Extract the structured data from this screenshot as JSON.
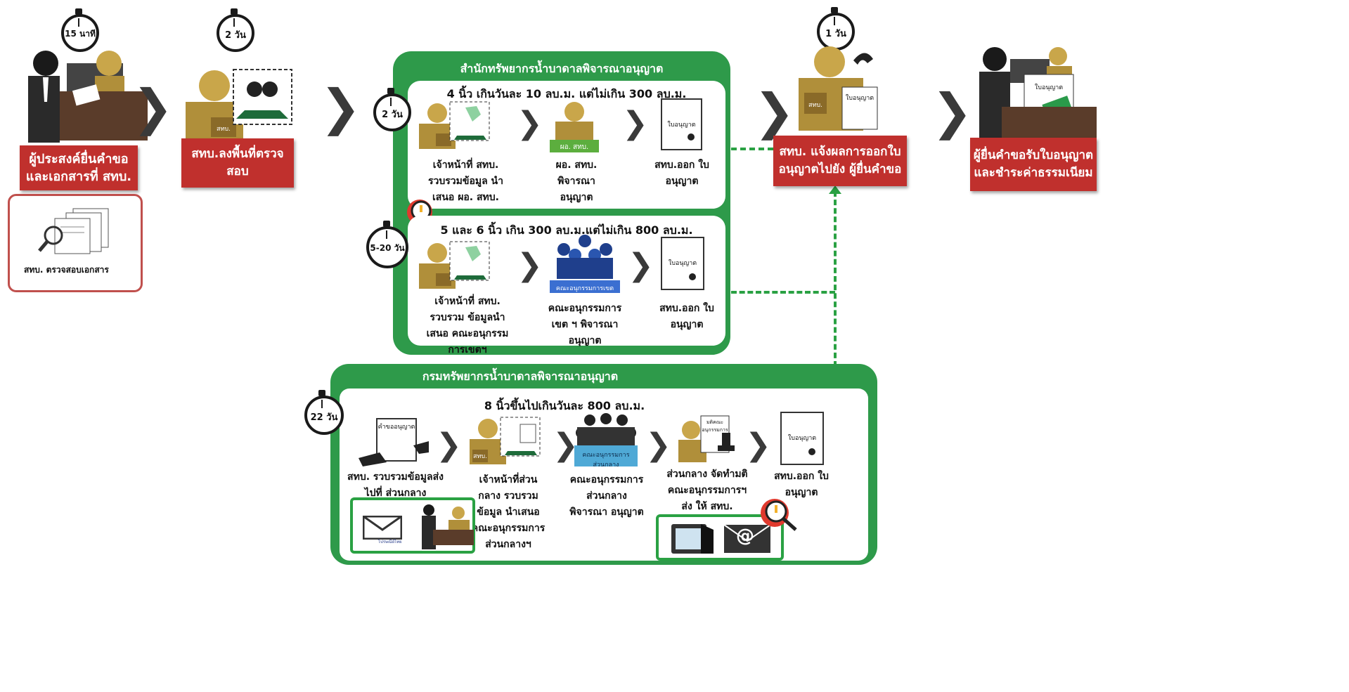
{
  "timers": {
    "step1": "15 นาที",
    "step2": "2 วัน",
    "district_small": "2 วัน",
    "district_large": "5-20 วัน",
    "notify": "1 วัน",
    "department": "22 วัน"
  },
  "steps": {
    "submit": "ผู้ประสงค์ยื่นคำขอและเอกสารที่ สทบ.",
    "inspect": "สทบ.ลงพื้นที่ตรวจสอบ",
    "notify": "สทบ. แจ้งผลการออกใบอนุญาตไปยัง ผู้ยื่นคำขอ",
    "receive": "ผู้ยื่นคำขอรับใบอนุญาตและชำระค่าธรรมเนียม"
  },
  "doc_check": {
    "caption": "สทบ. ตรวจสอบเอกสาร"
  },
  "district": {
    "title": "สำนักทรัพยากรน้ำบาดาลพิจารณาอนุญาต",
    "row1": {
      "title": "4 นิ้ว เกินวันละ 10 ลบ.ม. แต่ไม่เกิน 300 ลบ.ม.",
      "box_label": "สทบ.",
      "green_label": "ผอ. สทบ.",
      "doc_label": "ใบอนุญาต",
      "cap1": "เจ้าหน้าที่ สทบ. รวบรวมข้อมูล นำเสนอ ผอ. สทบ.",
      "cap2": "ผอ. สทบ. พิจารณาอนุญาต",
      "cap3": "สทบ.ออก ใบอนุญาต"
    },
    "row2": {
      "title": "5 และ 6 นิ้ว เกิน 300 ลบ.ม.แต่ไม่เกิน 800 ลบ.ม.",
      "box_label": "สทบ.",
      "committee_label": "คณะอนุกรรมการเขต",
      "doc_label": "ใบอนุญาต",
      "cap1": "เจ้าหน้าที่ สทบ. รวบรวม ข้อมูลนำเสนอ คณะอนุกรรมการเขตฯ",
      "cap2": "คณะอนุกรรมการเขต ฯ พิจารณาอนุญาต",
      "cap3": "สทบ.ออก ใบอนุญาต"
    }
  },
  "department": {
    "title": "กรมทรัพยากรน้ำบาดาลพิจารณาอนุญาต",
    "row_title": "8 นิ้วขึ้นไปเกินวันละ 800 ลบ.ม.",
    "request_label": "คำขออนุญาต",
    "box_label": "สทบ.",
    "committee_label": "คณะอนุกรรมการ ส่วนกลาง",
    "stamp_label": "มติคณะ อนุกรรมการ",
    "doc_label": "ใบอนุญาต",
    "post_label": "ไปรษณีย์ไทย",
    "cap1": "สทบ. รวบรวมข้อมูลส่งไปที่ ส่วนกลาง",
    "cap2": "เจ้าหน้าที่ส่วนกลาง รวบรวมข้อมูล นำเสนอ คณะอนุกรรมการ ส่วนกลางฯ",
    "cap3": "คณะอนุกรรมการ ส่วนกลางพิจารณา อนุญาต",
    "cap4": "ส่วนกลาง จัดทำมติ คณะอนุกรรมการฯ ส่ง ให้ สทบ.",
    "cap5": "สทบ.ออก ใบอนุญาต"
  },
  "notify_doc_label": "ใบอนุญาต",
  "receive_doc_label": "ใบอนุญาต",
  "email_symbol": "@",
  "colors": {
    "red": "#c0302d",
    "green": "#2e9a4a",
    "dash": "#2aa143",
    "gold": "#c9a64a"
  }
}
